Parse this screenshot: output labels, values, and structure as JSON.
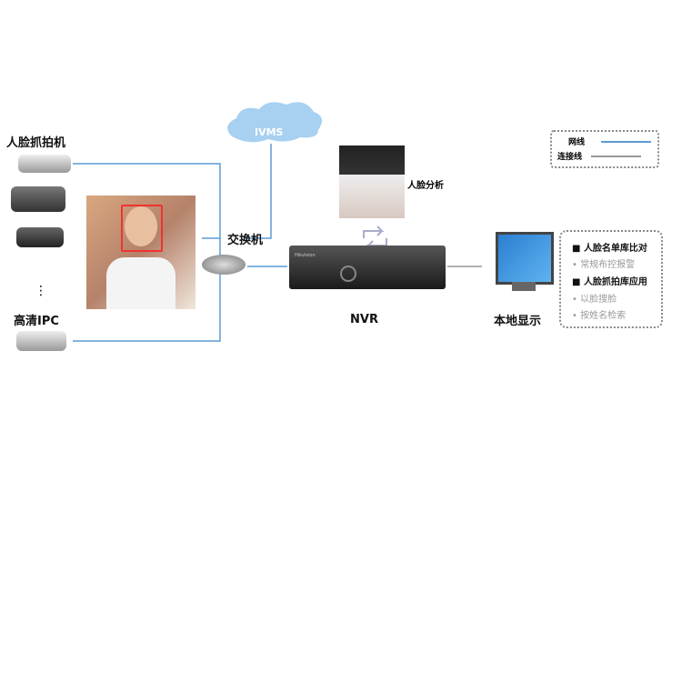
{
  "labels": {
    "face_capture_cameras": "人脸抓拍机",
    "hd_ipc": "高清IPC",
    "ellipsis": "⋮",
    "switch": "交换机",
    "cloud": "IVMS",
    "face_analysis": "人脸分析",
    "nvr": "NVR",
    "local_display": "本地显示",
    "nvr_brand": "Hikvision"
  },
  "legend": {
    "items": [
      {
        "label": "网线",
        "color": "#5b9bd5"
      },
      {
        "label": "连接线",
        "color": "#999999"
      }
    ]
  },
  "features": [
    {
      "text": "人脸名单库比对",
      "type": "heading"
    },
    {
      "text": "常规布控报警",
      "type": "sub"
    },
    {
      "text": "人脸抓拍库应用",
      "type": "heading"
    },
    {
      "text": "以脸搜脸",
      "type": "sub"
    },
    {
      "text": "按姓名检索",
      "type": "sub"
    }
  ],
  "colors": {
    "network": "#5b9bd5",
    "connection": "#999999",
    "cloud": "#a8d0f0"
  }
}
